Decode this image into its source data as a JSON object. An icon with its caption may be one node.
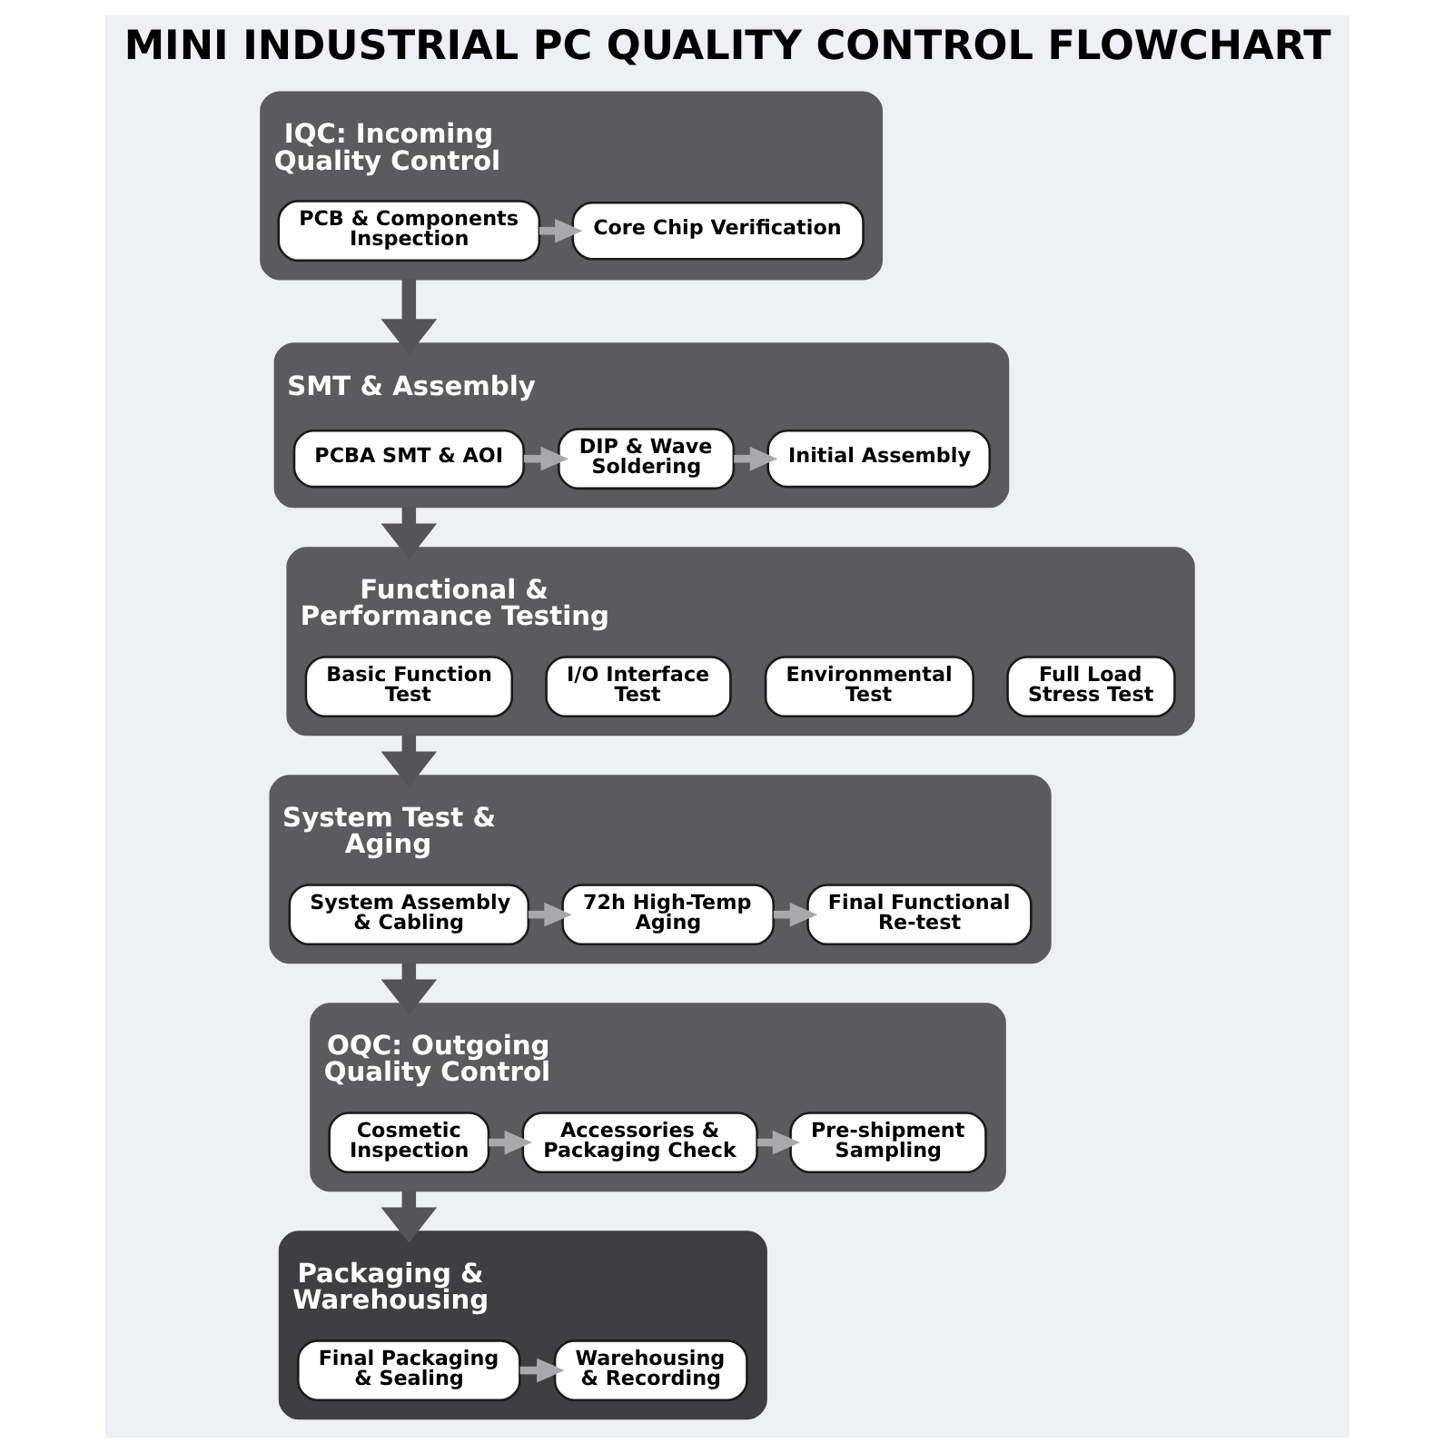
{
  "diagram": {
    "title": "MINI INDUSTRIAL PC QUALITY CONTROL FLOWCHART",
    "nodes": [
      {
        "text": [
          "IQC: Incoming Quality Control"
        ]
      },
      {
        "text": [
          "PCB & Components Inspection"
        ],
        "in": 0
      },
      {
        "text": [
          "Core Chip Verification"
        ],
        "in": 0
      },
      {
        "text": [
          "SMT & Assembly"
        ]
      },
      {
        "text": [
          "PCBA SMT & AOI"
        ],
        "in": 3
      },
      {
        "text": [
          "DIP & Wave Soldering"
        ],
        "in": 3
      },
      {
        "text": [
          "Initial Assembly"
        ],
        "in": 3
      },
      {
        "text": [
          "Functional & Performance Testing"
        ]
      },
      {
        "text": [
          "Basic Function Test"
        ],
        "in": 7
      },
      {
        "text": [
          "I/O Interface Test"
        ],
        "in": 7
      },
      {
        "text": [
          "Environmental Test"
        ],
        "in": 7
      },
      {
        "text": [
          "Full Load Stress Test"
        ],
        "in": 7
      },
      {
        "text": [
          "System Test & Aging"
        ]
      },
      {
        "text": [
          "System Assembly & Cabling"
        ],
        "in": 12
      },
      {
        "text": [
          "72h High-Temp Aging"
        ],
        "in": 12
      },
      {
        "text": [
          "Final Functional Re-test"
        ],
        "in": 12
      },
      {
        "text": [
          "OQC: Outgoing Quality Control"
        ]
      },
      {
        "text": [
          "Cosmetic Inspection"
        ],
        "in": 16
      },
      {
        "text": [
          "Accessories & Packaging Check"
        ],
        "in": 16
      },
      {
        "text": [
          "Pre-shipment Sampling"
        ],
        "in": 16
      },
      {
        "text": [
          "Packaging & Warehousing"
        ]
      },
      {
        "text": [
          "Final Packaging & Sealing"
        ],
        "in": 20
      },
      {
        "text": [
          "Warehousing & Recording"
        ],
        "in": 20
      }
    ],
    "edges": [
      {
        "from": 1,
        "to": 2,
        "arrow": "to"
      },
      {
        "from": 0,
        "to": 3,
        "arrow": "to",
        "style": "thick",
        "color": "#555557"
      },
      {
        "from": 4,
        "to": 5,
        "arrow": "to"
      },
      {
        "from": 5,
        "to": 6,
        "arrow": "to"
      },
      {
        "from": 3,
        "to": 7,
        "arrow": "to",
        "style": "thick",
        "color": "#555557"
      },
      {
        "from": 7,
        "to": 12,
        "arrow": "to",
        "style": "thick",
        "color": "#555557"
      },
      {
        "from": 13,
        "to": 14,
        "arrow": "to"
      },
      {
        "from": 14,
        "to": 15,
        "arrow": "to"
      },
      {
        "from": 12,
        "to": 16,
        "arrow": "to",
        "style": "thick",
        "color": "#555557"
      },
      {
        "from": 17,
        "to": 18,
        "arrow": "to"
      },
      {
        "from": 18,
        "to": 19,
        "arrow": "to"
      },
      {
        "from": 16,
        "to": 20,
        "arrow": "to",
        "style": "thick",
        "color": "#555557"
      },
      {
        "from": 21,
        "to": 22,
        "arrow": "to"
      }
    ]
  }
}
